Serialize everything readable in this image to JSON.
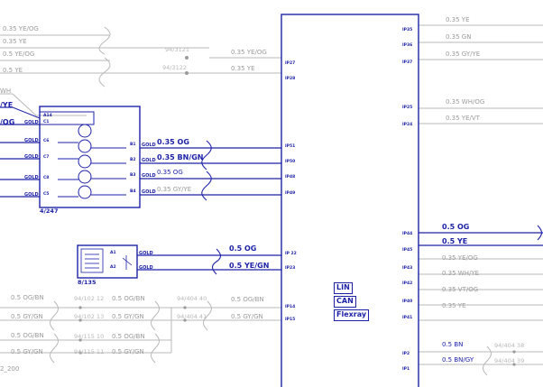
{
  "wires_left_top": [
    "0.35 YE/OG",
    "0.35 YE",
    "0.5 YE/OG",
    "0.5 YE"
  ],
  "wire_left_wh": "WH",
  "wire_left_ye": "/YE",
  "wire_left_og": "/OG",
  "splice_refs": [
    "94/3121",
    "94/3122"
  ],
  "splice_right_labels": [
    "0.35 YE/OG",
    "0.35 YE"
  ],
  "module_4247": {
    "name": "4/247",
    "pins_left": [
      "A14",
      "C1",
      "C6",
      "C7",
      "C8",
      "C5"
    ],
    "gold_left": [
      "GOLD",
      "GOLD",
      "GOLD",
      "GOLD",
      "GOLD"
    ],
    "pins_right": [
      "B1",
      "B2",
      "B3",
      "B4"
    ],
    "gold_right": [
      "GOLD",
      "GOLD",
      "GOLD",
      "GOLD"
    ],
    "wires_right": [
      "0.35 OG",
      "0.35 BN/GN",
      "0.35 OG",
      "0.35 GY/YE"
    ]
  },
  "module_8135": {
    "name": "8/135",
    "pins": [
      "A1",
      "A2"
    ],
    "gold": [
      "GOLD",
      "GOLD"
    ],
    "wires": [
      "0.5 OG",
      "0.5 YE/GN"
    ]
  },
  "bottom_wires_left": [
    "0.5 OG/BN",
    "0.5 GY/GN",
    "0.5 OG/BN",
    "0.5 GY/GN"
  ],
  "bottom_refs": [
    "94/102 12",
    "94/102 13",
    "94/115 10",
    "94/115 11"
  ],
  "bottom_wires_mid": [
    "0.5 OG/BN",
    "0.5 GY/GN",
    "0.5 OG/BN",
    "0.5 GY/GN"
  ],
  "bottom_refs_2": [
    "94/404 40",
    "94/404 41"
  ],
  "bottom_wires_right": [
    "0.5 OG/BN",
    "0.5 GY/GN"
  ],
  "ground_ref": "2_200",
  "main_ecu": {
    "pins_left": [
      "IP27",
      "IP28",
      "IP51",
      "IP50",
      "IP48",
      "IP49",
      "IP 22",
      "IP23",
      "IP14",
      "IP15"
    ],
    "pins_right": [
      "IP35",
      "IP36",
      "IP37",
      "IP25",
      "IP24",
      "IP44",
      "IP45",
      "IP43",
      "IP42",
      "IP40",
      "IP41",
      "IP2",
      "IP1"
    ],
    "bus_labels": [
      "LIN",
      "CAN",
      "Flexray"
    ]
  },
  "right_wires": [
    "0.35 YE",
    "0.35 GN",
    "0.35 GY/YE",
    "0.35 WH/OG",
    "0.35 YE/VT",
    "0.5 OG",
    "0.5 YE",
    "0.35 YE/OG",
    "0.35 WH/YE",
    "0.35 VT/OG",
    "0.35 YE",
    "0.5 BN",
    "0.5 BN/GY"
  ],
  "right_refs": [
    "94/404 38",
    "94/404 39"
  ],
  "colors": {
    "accent": "#1d22a8",
    "grey": "#b8b8b8"
  }
}
